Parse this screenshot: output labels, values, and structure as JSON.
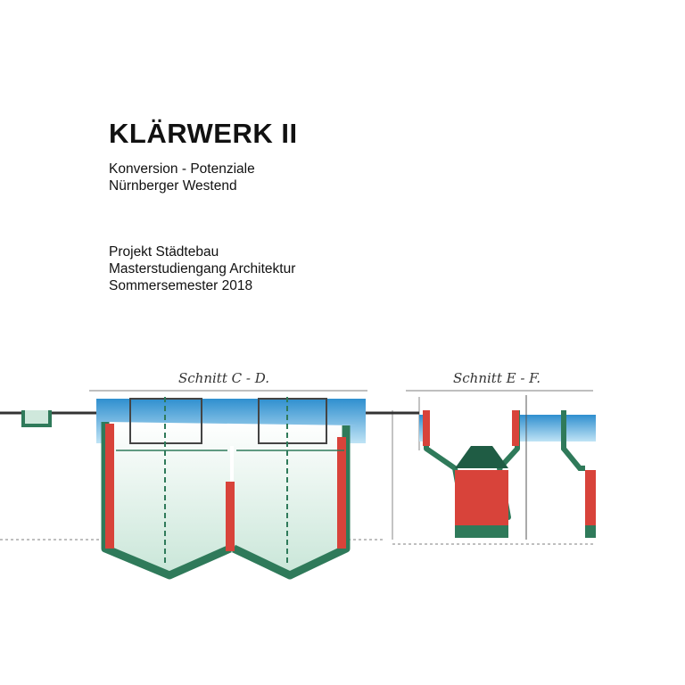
{
  "title": "KLÄRWERK II",
  "subtitle": [
    "Konversion - Potenziale",
    "Nürnberger Westend"
  ],
  "project": [
    "Projekt Städtebau",
    "Masterstudiengang Architektur",
    "Sommersemester 2018"
  ],
  "drawing": {
    "section_cd_label": "Schnitt C - D.",
    "section_ef_label": "Schnitt E - F.",
    "colors": {
      "water": "#4aa8d8",
      "wall": "#d8433a",
      "concrete": "#2f7a5a",
      "ink": "#333333"
    }
  }
}
